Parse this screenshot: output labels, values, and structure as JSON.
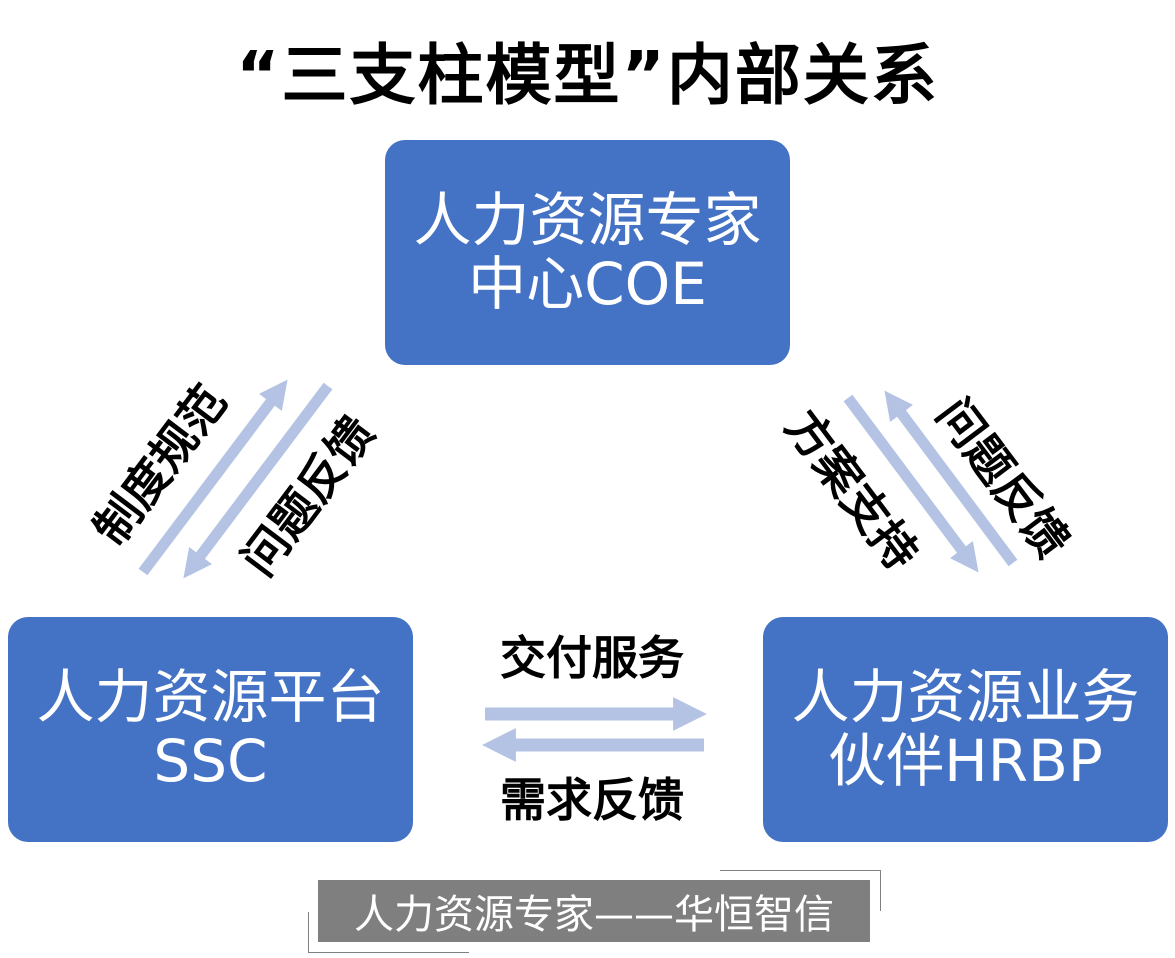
{
  "title": "“三支柱模型”内部关系",
  "boxes": {
    "coe": {
      "line1": "人力资源专家",
      "line2": "中心COE"
    },
    "ssc": {
      "line1": "人力资源平台",
      "line2": "SSC"
    },
    "hrbp": {
      "line1": "人力资源业务",
      "line2": "伙伴HRBP"
    }
  },
  "relations": {
    "ssc_to_coe": "制度规范",
    "coe_to_ssc": "问题反馈",
    "coe_to_hrbp": "方案支持",
    "hrbp_to_coe": "问题反馈",
    "ssc_to_hrbp": "交付服务",
    "hrbp_to_ssc": "需求反馈"
  },
  "footer": "人力资源专家——华恒智信",
  "colors": {
    "box": "#4472c4",
    "arrow": "#b4c3e3",
    "footer": "#7f7f7f"
  }
}
